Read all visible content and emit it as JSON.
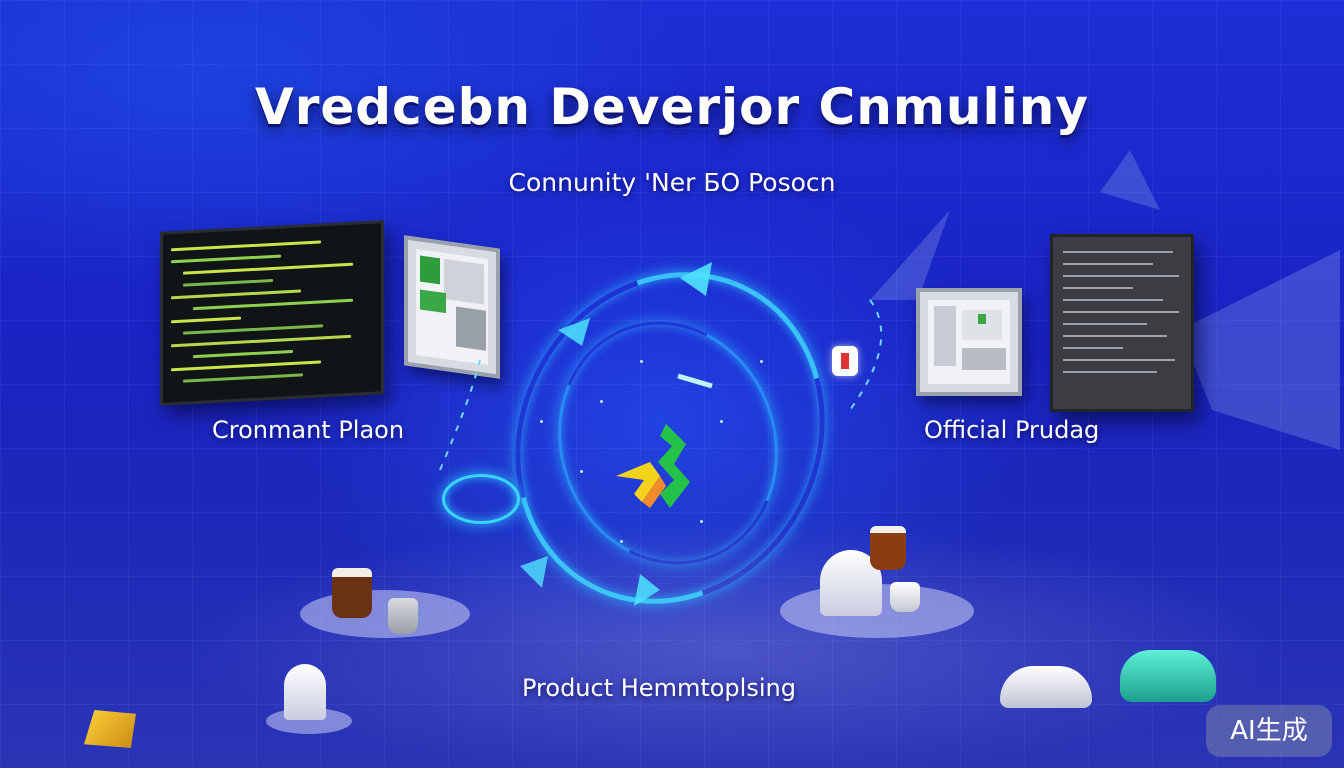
{
  "title": "Vredcebn Deverjor Cnmuliny",
  "subtitle": "Connunity 'Ner БО Posocn",
  "labels": {
    "left": "Cronmant Plaon",
    "right": "Official Prudag",
    "bottom": "Product Hemmtoplsing"
  },
  "badge": "AI生成",
  "colors": {
    "background": "#1d2ab8",
    "accent_glow": "#3fdcff",
    "logo_green": "#25c24a",
    "logo_yellow": "#f2d21a"
  },
  "icons": [
    "code-monitor-icon",
    "tablet-icon",
    "arrow-cycle-icon",
    "logo-icon",
    "coffee-cup-icon",
    "helmet-icon"
  ]
}
